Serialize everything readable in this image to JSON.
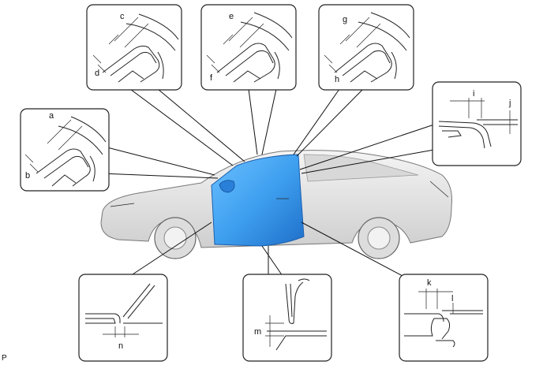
{
  "callouts": {
    "a": "a",
    "b": "b",
    "c": "c",
    "d": "d",
    "e": "e",
    "f": "f",
    "g": "g",
    "h": "h",
    "i": "i",
    "j": "j",
    "k": "k",
    "l": "l",
    "m": "m",
    "n": "n"
  },
  "figure_code": "P",
  "colors": {
    "door": "#3fa0f0",
    "door_dark": "#1f6fc8",
    "body": "#e8e8e8",
    "outline": "#222222"
  }
}
